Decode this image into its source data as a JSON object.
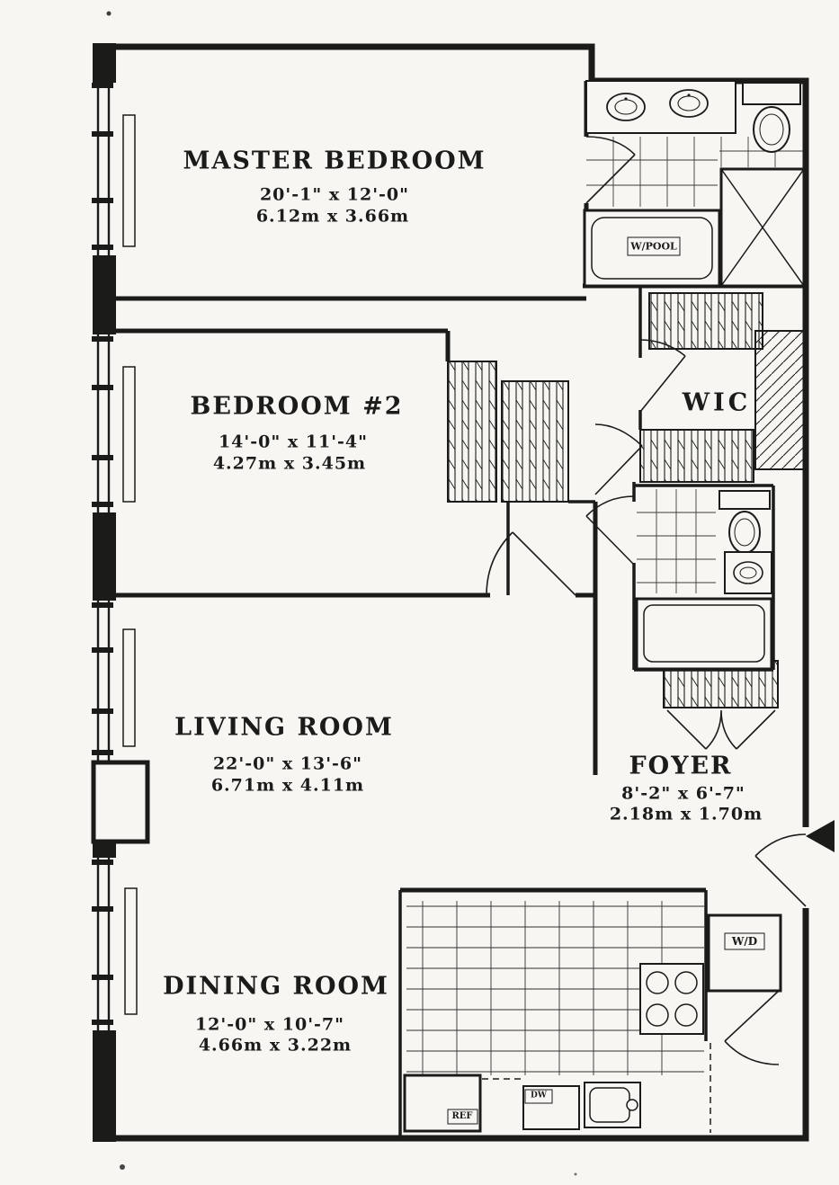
{
  "plan": {
    "rooms": {
      "master_bedroom": {
        "name": "MASTER BEDROOM",
        "imperial": "20'-1\" x 12'-0\"",
        "metric": "6.12m x 3.66m"
      },
      "bedroom_2": {
        "name": "BEDROOM #2",
        "imperial": "14'-0\" x 11'-4\"",
        "metric": "4.27m x 3.45m"
      },
      "living_room": {
        "name": "LIVING ROOM",
        "imperial": "22'-0\" x 13'-6\"",
        "metric": "6.71m x 4.11m"
      },
      "dining_room": {
        "name": "DINING ROOM",
        "imperial": "12'-0\" x 10'-7\"",
        "metric": "4.66m x 3.22m"
      },
      "foyer": {
        "name": "FOYER",
        "imperial": "8'-2\" x 6'-7\"",
        "metric": "2.18m x 1.70m"
      },
      "walk_in_closet": {
        "name": "WIC"
      }
    },
    "fixture_labels": {
      "whirlpool_tub": "W/POOL",
      "washer_dryer": "W/D",
      "refrigerator": "REF",
      "dishwasher": "DW"
    },
    "colors": {
      "ink": "#1b1b19",
      "paper": "#f7f6f2"
    }
  }
}
